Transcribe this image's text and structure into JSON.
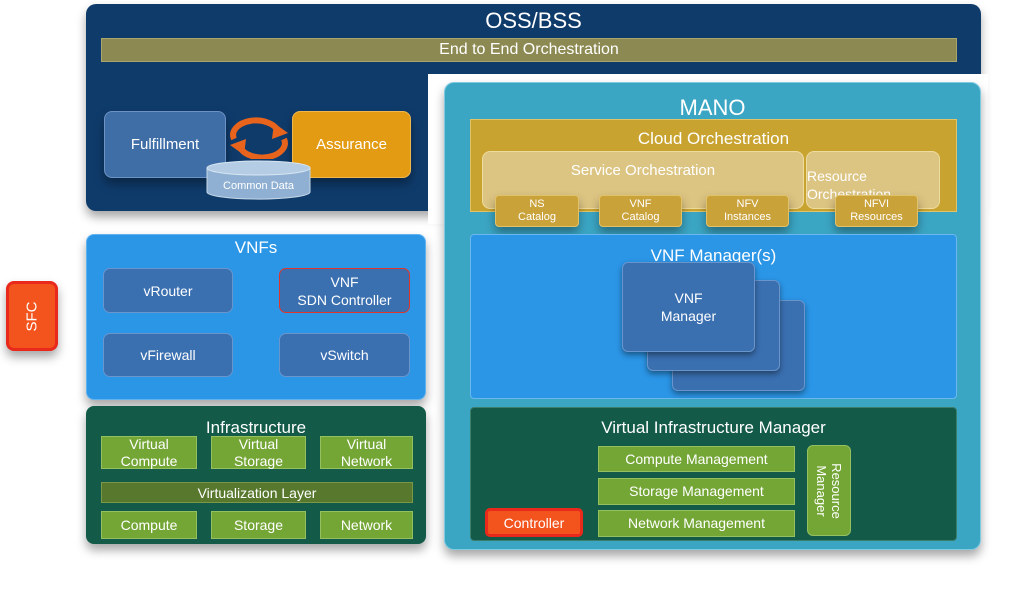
{
  "oss_bss": {
    "title": "OSS/BSS",
    "e2e": "End to End Orchestration",
    "fulfillment": "Fulfillment",
    "assurance": "Assurance",
    "common_data": "Common Data"
  },
  "vnfs": {
    "title": "VNFs",
    "vrouter": "vRouter",
    "vnf_sdn_line1": "VNF",
    "vnf_sdn_line2": "SDN Controller",
    "vfirewall": "vFirewall",
    "vswitch": "vSwitch"
  },
  "infrastructure": {
    "title": "Infrastructure",
    "vcompute_l1": "Virtual",
    "vcompute_l2": "Compute",
    "vstorage_l1": "Virtual",
    "vstorage_l2": "Storage",
    "vnetwork_l1": "Virtual",
    "vnetwork_l2": "Network",
    "virtualization_layer": "Virtualization Layer",
    "compute": "Compute",
    "storage": "Storage",
    "network": "Network"
  },
  "sfc": "SFC",
  "mano": {
    "title": "MANO",
    "cloud_orchestration": "Cloud Orchestration",
    "service_orchestration": "Service Orchestration",
    "resource_l1": "Resource",
    "resource_l2": "Orchestration",
    "catalogs": [
      {
        "l1": "NS",
        "l2": "Catalog"
      },
      {
        "l1": "VNF",
        "l2": "Catalog"
      },
      {
        "l1": "NFV",
        "l2": "Instances"
      },
      {
        "l1": "NFVI",
        "l2": "Resources"
      }
    ],
    "vnf_managers": "VNF Manager(s)",
    "vnf_manager_l1": "VNF",
    "vnf_manager_l2": "Manager",
    "vim": "Virtual Infrastructure Manager",
    "compute_mgmt": "Compute Management",
    "storage_mgmt": "Storage Management",
    "network_mgmt": "Network Management",
    "resource_manager_l1": "Resource",
    "resource_manager_l2": "Manager",
    "controller": "Controller"
  },
  "colors": {
    "oss_bg": "#0f3b6b",
    "mano_bg": "#3ba6c4",
    "vnf_blue": "#2b95e6",
    "infra_green": "#135a48",
    "sfc_orange": "#f3541e"
  }
}
